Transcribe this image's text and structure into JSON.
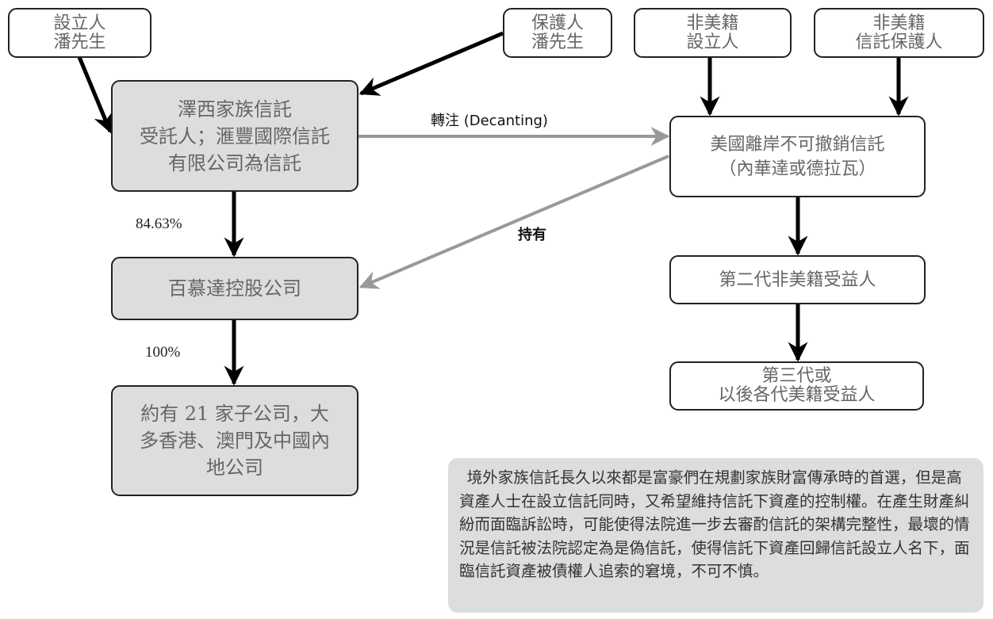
{
  "diagram": {
    "nodes": {
      "settlor": {
        "label": "設立人\n潘先生"
      },
      "protector": {
        "label": "保護人\n潘先生"
      },
      "nonus_settlor": {
        "label": "非美籍\n設立人"
      },
      "nonus_protector": {
        "label": "非美籍\n信託保護人"
      },
      "family_trust": {
        "label": "澤西家族信託\n受託人；滙豐國際信託\n有限公司為信託"
      },
      "us_trust": {
        "label": "美國離岸不可撤銷信託\n（內華達或德拉瓦）"
      },
      "holding": {
        "label": "百慕達控股公司"
      },
      "subsidiaries": {
        "label": "約有 21 家子公司，大\n多香港、澳門及中國內\n地公司"
      },
      "second_gen": {
        "label": "第二代非美籍受益人"
      },
      "third_gen": {
        "label": "第三代或\n以後各代美籍受益人"
      }
    },
    "edges": [
      {
        "from": "settlor",
        "to": "family_trust",
        "label": "",
        "color": "#000000"
      },
      {
        "from": "protector",
        "to": "family_trust",
        "label": "",
        "color": "#000000"
      },
      {
        "from": "family_trust",
        "to": "us_trust",
        "label": "轉注 (Decanting)",
        "color": "#999999"
      },
      {
        "from": "us_trust",
        "to": "holding",
        "label": "持有",
        "color": "#999999"
      },
      {
        "from": "family_trust",
        "to": "holding",
        "label": "84.63%",
        "color": "#000000"
      },
      {
        "from": "holding",
        "to": "subsidiaries",
        "label": "100%",
        "color": "#000000"
      },
      {
        "from": "nonus_settlor",
        "to": "us_trust",
        "label": "",
        "color": "#000000"
      },
      {
        "from": "nonus_protector",
        "to": "us_trust",
        "label": "",
        "color": "#000000"
      },
      {
        "from": "us_trust",
        "to": "second_gen",
        "label": "",
        "color": "#000000"
      },
      {
        "from": "second_gen",
        "to": "third_gen",
        "label": "",
        "color": "#000000"
      }
    ],
    "labels": {
      "decanting": "轉注 (Decanting)",
      "hold": "持有",
      "pct_holding": "84.63%",
      "pct_subs": "100%"
    },
    "note": {
      "text": "境外家族信託長久以來都是富豪們在規劃家族財富傳承時的首選，但是高資產人士在設立信託同時，又希望維持信託下資產的控制權。在產生財產糾紛而面臨訴訟時，可能使得法院進一步去審酌信託的架構完整性，最壞的情況是信託被法院認定為是偽信託，使得信託下資產回歸信託設立人名下，面臨信託資產被債權人追索的窘境，不可不慎。"
    },
    "colors": {
      "gray_fill": "#dcdddd",
      "gray_arrow": "#999999",
      "black_arrow": "#000000"
    }
  }
}
